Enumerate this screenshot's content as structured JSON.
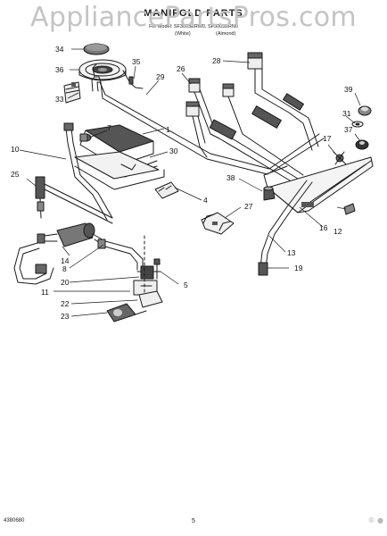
{
  "watermark": "AppliancePartsPros.com",
  "header": {
    "title": "MANIFOLD PARTS",
    "subtitle": "For Model: SF3003ERW0, SF3003ERN0",
    "col_white": "(White)",
    "col_almond": "(Almond)"
  },
  "footer": {
    "code_left": "4380680",
    "page_number": "5",
    "watermark_right": "® ●"
  },
  "callouts": {
    "c1": "1",
    "c4": "4",
    "c5": "5",
    "c7": "7",
    "c8": "8",
    "c10": "10",
    "c11": "11",
    "c12": "12",
    "c13": "13",
    "c14": "14",
    "c16": "16",
    "c17": "17",
    "c19": "19",
    "c20": "20",
    "c22": "22",
    "c23": "23",
    "c25": "25",
    "c26": "26",
    "c27": "27",
    "c28": "28",
    "c29": "29",
    "c30": "30",
    "c31": "31",
    "c33": "33",
    "c34": "34",
    "c35": "35",
    "c36": "36",
    "c37": "37",
    "c38": "38",
    "c39": "39"
  }
}
